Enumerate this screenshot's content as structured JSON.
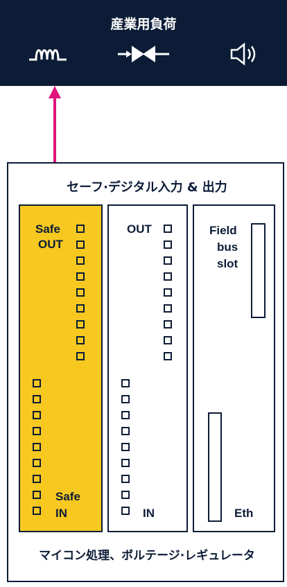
{
  "header": {
    "title": "産業用負荷",
    "icons": [
      "inductor-coil-icon",
      "diode-icon",
      "speaker-icon"
    ],
    "background": "#0c1c36"
  },
  "arrow": {
    "color": "#e0147c"
  },
  "enclosure": {
    "title": "セーフ·デジタル入力 & 出力",
    "footer": "マイコン処理、ボルテージ·レギュレータ"
  },
  "modules": {
    "safe": {
      "out_label_1": "Safe",
      "out_label_2": "OUT",
      "in_label_1": "Safe",
      "in_label_2": "IN",
      "color": "#f6c820"
    },
    "io": {
      "out_label": "OUT",
      "in_label": "IN"
    },
    "fieldbus": {
      "label_1": "Field",
      "label_2": "bus",
      "label_3": "slot",
      "eth_label": "Eth"
    }
  }
}
